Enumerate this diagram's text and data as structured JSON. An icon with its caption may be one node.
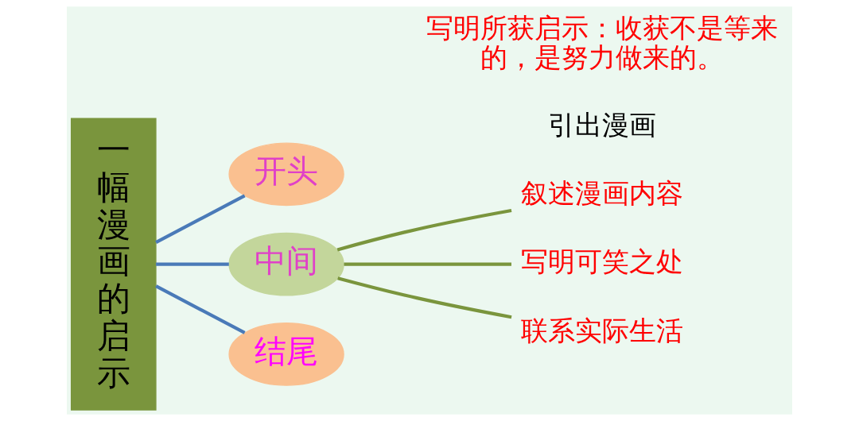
{
  "diagram": {
    "nodes": [
      {
        "text": [
          "一幅漫画的启示"
        ]
      },
      {
        "text": [
          "开头"
        ]
      },
      {
        "text": [
          "中间"
        ]
      },
      {
        "text": [
          "结尾"
        ]
      },
      {
        "text": [
          "叙述漫画内容"
        ]
      },
      {
        "text": [
          "写明可笑之处"
        ]
      },
      {
        "text": [
          "联系实际生活"
        ]
      }
    ],
    "edges": [
      {
        "from": 0,
        "to": 1,
        "arrow": "none",
        "color": "#4a7ab8"
      },
      {
        "from": 0,
        "to": 2,
        "arrow": "none",
        "color": "#4a7ab8"
      },
      {
        "from": 0,
        "to": 3,
        "arrow": "none",
        "color": "#4a7ab8"
      },
      {
        "from": 2,
        "to": 4,
        "arrow": "none",
        "color": "#7a953d"
      },
      {
        "from": 2,
        "to": 5,
        "arrow": "none",
        "color": "#7a953d"
      },
      {
        "from": 2,
        "to": 6,
        "arrow": "none",
        "color": "#7a953d"
      }
    ],
    "labels": [
      "引出漫画",
      "写明所获启示：收获不是等来的，是努力做来的。"
    ]
  }
}
